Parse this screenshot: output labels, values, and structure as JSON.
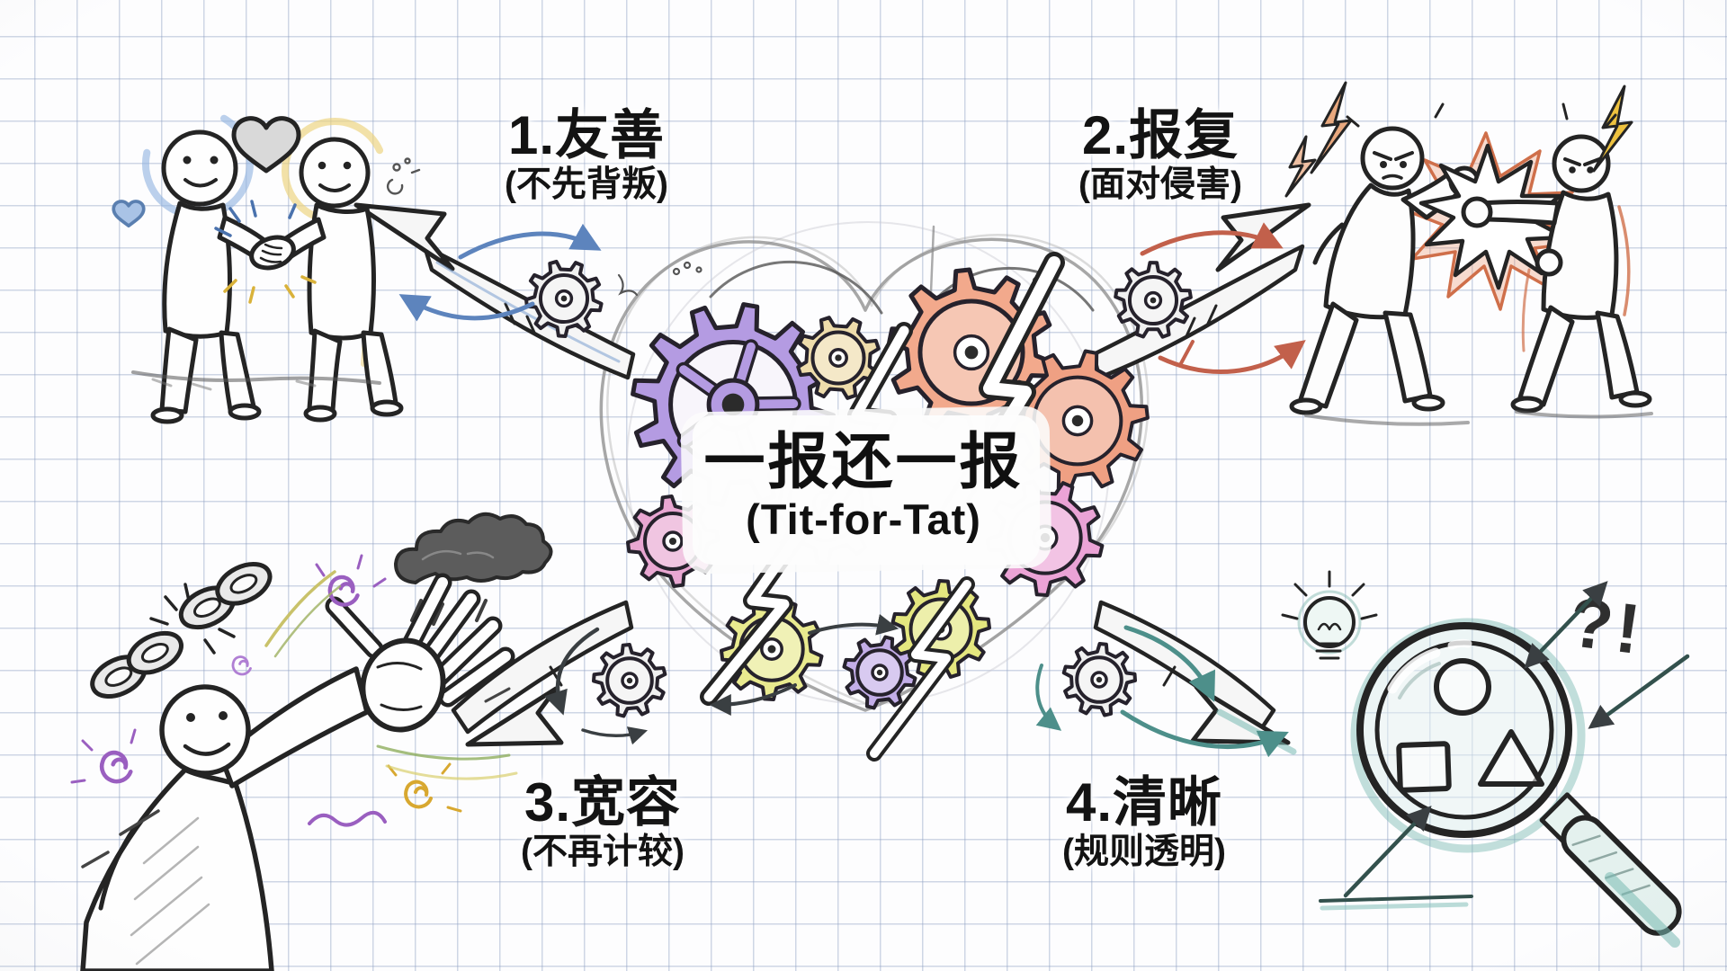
{
  "page": {
    "style": "hand-drawn sketch infographic on squared graph paper",
    "language": "zh-CN"
  },
  "center": {
    "title": "一报还一报",
    "subtitle": "(Tit-for-Tat)",
    "motif": "heart-of-gears-with-lightning-crack"
  },
  "principles": [
    {
      "label": "1.友善",
      "note": "(不先背叛)",
      "corner": "top-left",
      "illustration": "two-figures-shaking-hands-with-hearts"
    },
    {
      "label": "2.报复",
      "note": "(面对侵害)",
      "corner": "top-right",
      "illustration": "two-figures-fighting-with-impact-burst"
    },
    {
      "label": "3.宽容",
      "note": "(不再计较)",
      "corner": "bottom-left",
      "illustration": "figure-waving-away-broken-chain-and-storm-cloud"
    },
    {
      "label": "4.清晰",
      "note": "(规则透明)",
      "corner": "bottom-right",
      "illustration": "magnifying-glass-over-simple-shapes"
    }
  ],
  "colors": {
    "paper": "#fdfdfe",
    "grid_line": "#b8c4dc",
    "ink": "#242424",
    "gear_purple": "#b49be2",
    "gear_cream": "#eedcab",
    "gear_salmon": "#f2a98c",
    "gear_pink": "#eba3d6",
    "gear_yellow": "#e9ea8f",
    "accent_blue": "#5d84bd",
    "accent_red": "#c2604b",
    "accent_teal": "#4d8f8a",
    "accent_yellow": "#eec23f",
    "accent_purple_doodle": "#9a5fc0"
  }
}
